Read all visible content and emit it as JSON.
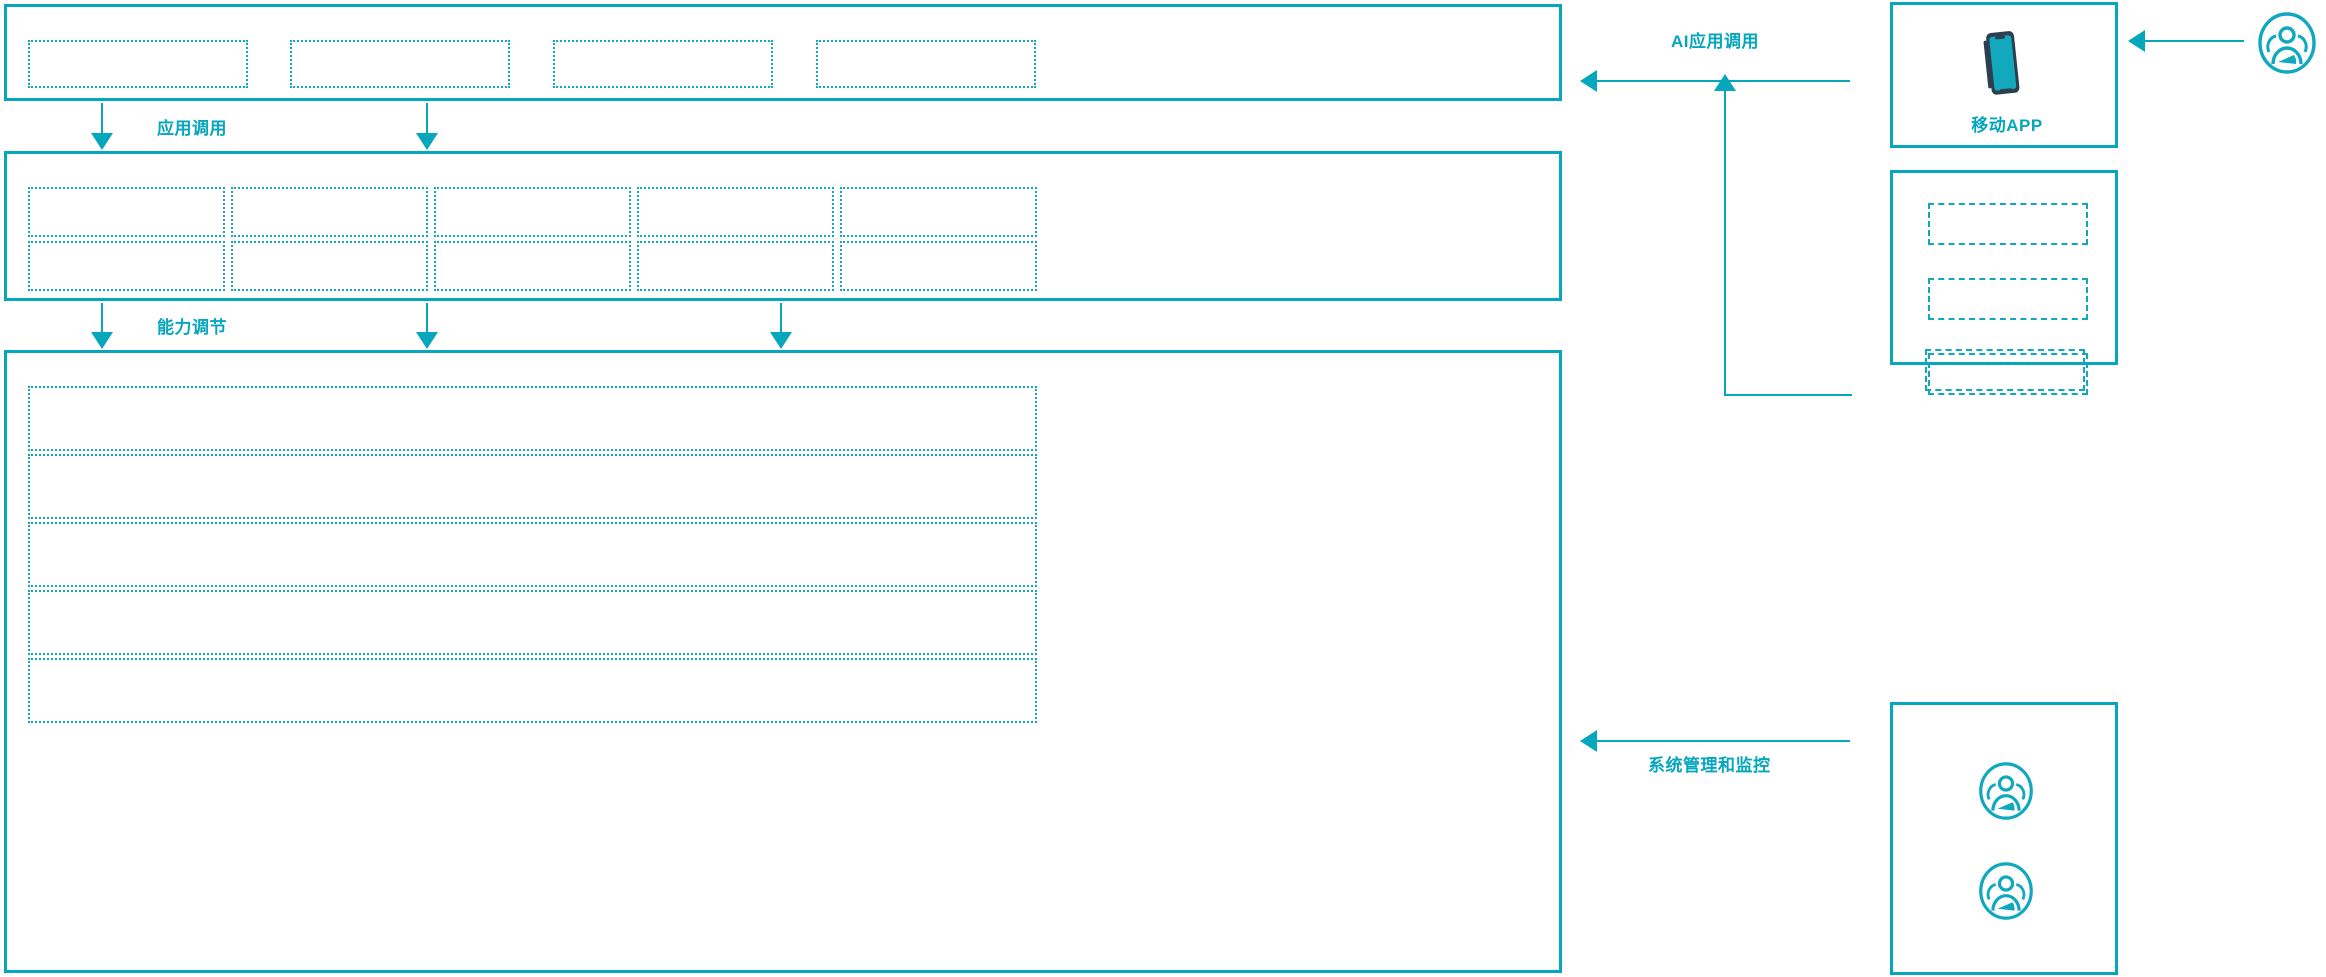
{
  "theme": {
    "accent": "#06A6BD",
    "accent_dotted": "#0FA8BE",
    "phone_frame": "#2C3E50",
    "phone_screen": "#12A9BE",
    "background": "#FFFFFF"
  },
  "diagram": {
    "title": "",
    "layers": [
      {
        "name": "application-layer",
        "boxes": [
          {
            "label": ""
          },
          {
            "label": ""
          },
          {
            "label": ""
          },
          {
            "label": ""
          }
        ]
      },
      {
        "name": "capability-layer",
        "columns": [
          {
            "top": {
              "label": ""
            },
            "bottom": {
              "label": ""
            }
          },
          {
            "top": {
              "label": ""
            },
            "bottom": {
              "label": ""
            }
          },
          {
            "top": {
              "label": ""
            },
            "bottom": {
              "label": ""
            }
          },
          {
            "top": {
              "label": ""
            },
            "bottom": {
              "label": ""
            }
          },
          {
            "top": {
              "label": ""
            },
            "bottom": {
              "label": ""
            }
          }
        ]
      },
      {
        "name": "infrastructure-layer",
        "rows": [
          {
            "label": ""
          },
          {
            "label": ""
          },
          {
            "label": ""
          },
          {
            "label": ""
          },
          {
            "label": ""
          }
        ]
      }
    ],
    "flow_labels": {
      "application_call": "应用调用",
      "capability_adjust": "能力调节",
      "ai_application_call": "AI应用调用",
      "system_management_monitor": "系统管理和监控"
    },
    "right_column": {
      "mobile_panel": {
        "icon": "mobile-phone-icon",
        "caption": "移动APP"
      },
      "list_panel": {
        "items": [
          {
            "label": ""
          },
          {
            "label": ""
          },
          {
            "label": ""
          }
        ]
      },
      "users_panel": {
        "icons": [
          {
            "name": "users-group-icon"
          },
          {
            "name": "users-group-icon"
          }
        ]
      },
      "external_actor": {
        "icon": "users-group-icon",
        "label": ""
      }
    }
  }
}
